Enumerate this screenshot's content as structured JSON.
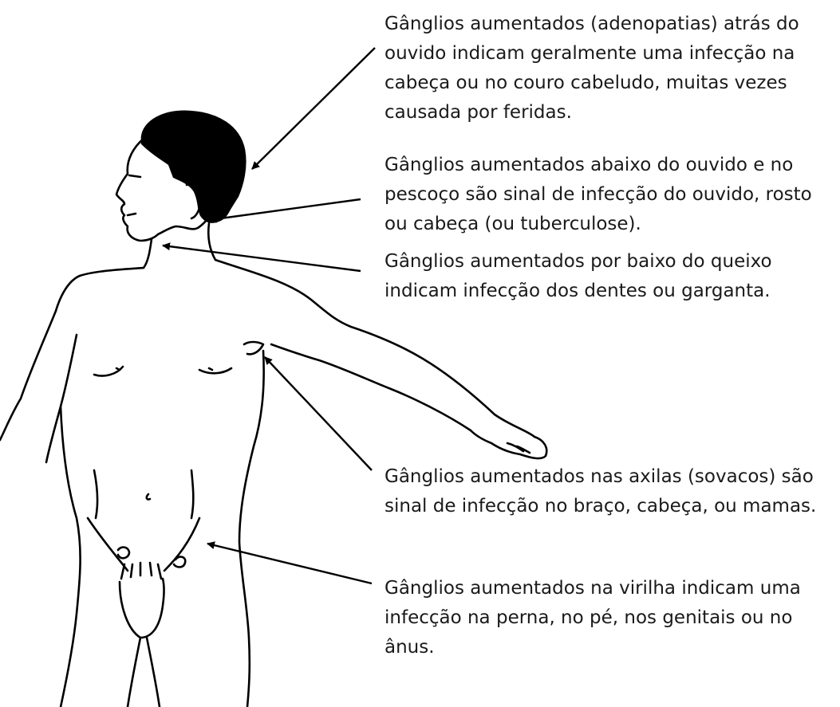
{
  "annotations": [
    {
      "id": "behind-ear",
      "text": "Gânglios aumentados (adenopatias) atrás do ouvido indicam geralmente uma infecção na cabeça ou no couro cabeludo, muitas vezes causada por feridas."
    },
    {
      "id": "below-ear-neck",
      "text": "Gânglios aumentados abaixo do ouvido e no pescoço são sinal de infecção do ouvido, rosto ou cabeça (ou tuberculose)."
    },
    {
      "id": "under-chin",
      "text": "Gânglios aumentados por baixo do queixo indicam infecção dos dentes ou garganta."
    },
    {
      "id": "armpits",
      "text": "Gânglios aumentados nas axilas (sovacos) são sinal de infecção no braço, cabeça, ou mamas."
    },
    {
      "id": "groin",
      "text": "Gânglios aumentados na virilha indicam uma infecção na perna, no pé, nos genitais ou no ânus."
    }
  ],
  "colors": {
    "ink": "#000000",
    "text": "#1a1a1a",
    "background": "#ffffff"
  }
}
